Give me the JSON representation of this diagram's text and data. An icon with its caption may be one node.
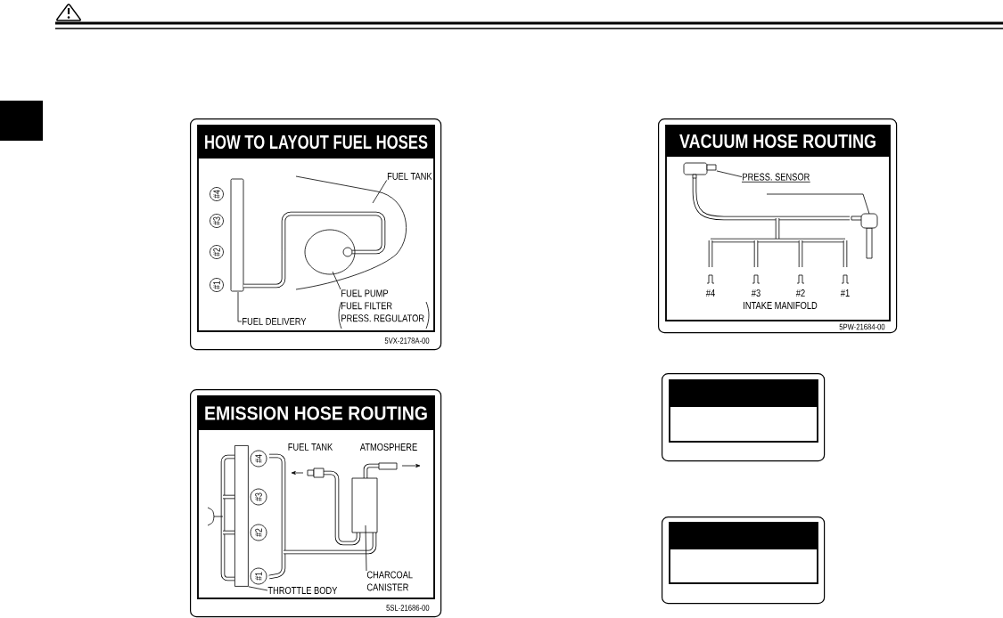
{
  "diagram": {
    "nodes": [
      {
        "text": [
          "HOW TO LAYOUT FUEL HOSES",
          "5VX-2178A-00"
        ]
      },
      {
        "text": [
          "#4"
        ],
        "in": 0
      },
      {
        "text": [
          "#3"
        ],
        "in": 0
      },
      {
        "text": [
          "#2"
        ],
        "in": 0
      },
      {
        "text": [
          "#1"
        ],
        "in": 0
      },
      {
        "text": [
          "FUEL TANK"
        ],
        "in": 0
      },
      {
        "text": [
          "FUEL PUMP",
          "FUEL FILTER PRESS. REGULATOR"
        ],
        "in": 0
      },
      {
        "text": [
          "FUEL DELIVERY"
        ],
        "in": 0
      },
      {
        "text": [
          "VACUUM HOSE ROUTING",
          "5PW-21684-00"
        ]
      },
      {
        "text": [
          "PRESS. SENSOR"
        ],
        "in": 8
      },
      {
        "text": [
          "EMISSION HOSE ROUTING",
          "5SL-21686-00"
        ]
      },
      {
        "text": [
          "#4"
        ],
        "in": 10
      },
      {
        "text": [
          "#3"
        ],
        "in": 10
      },
      {
        "text": [
          "#2"
        ],
        "in": 10
      },
      {
        "text": [
          "#1"
        ],
        "in": 10
      },
      {
        "text": [
          "THROTTLE BODY"
        ],
        "in": 10
      },
      {
        "text": [
          "CHARCOAL CANISTER"
        ],
        "in": 10
      },
      {
        "text": [],
        "shape": "box"
      },
      {
        "text": [],
        "shape": "box"
      },
      {
        "text": [],
        "shape": "bar",
        "in": 10
      },
      {
        "text": [],
        "shape": "box",
        "in": 8
      }
    ],
    "edges": [
      {
        "from": 5,
        "to": null,
        "arrow": "none"
      },
      {
        "from": 6,
        "to": null,
        "arrow": "none"
      },
      {
        "from": 7,
        "to": null,
        "arrow": "none"
      },
      {
        "from": 9,
        "to": 20,
        "arrow": "none"
      },
      {
        "from": 15,
        "to": 19,
        "arrow": "none"
      },
      {
        "from": 16,
        "to": null,
        "arrow": "none"
      }
    ],
    "labels": [
      "#4",
      "#3",
      "#2",
      "#1",
      "INTAKE MANIFOLD",
      "FUEL TANK",
      "ATMOSPHERE"
    ]
  }
}
